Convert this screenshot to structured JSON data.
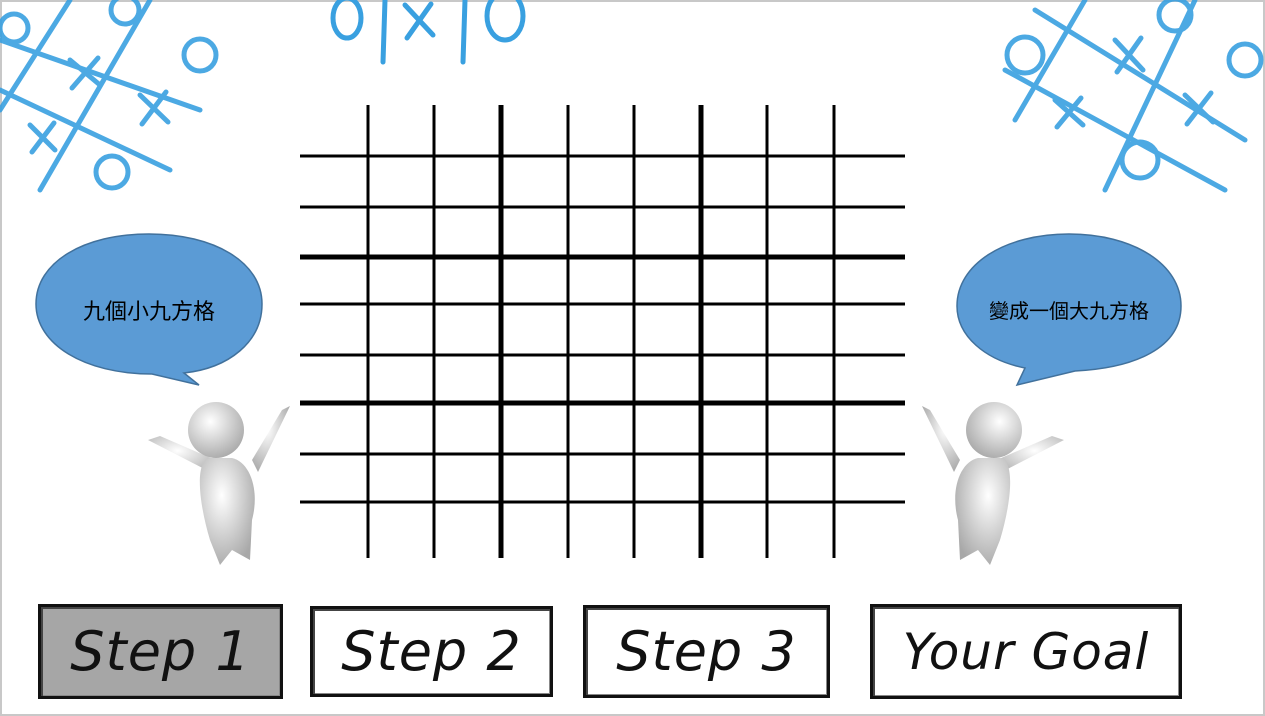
{
  "bubbles": {
    "left": "九個小九方格",
    "right": "變成一個大九方格"
  },
  "steps": [
    {
      "label": "Step 1",
      "active": true
    },
    {
      "label": "Step 2",
      "active": false
    },
    {
      "label": "Step 3",
      "active": false
    },
    {
      "label": "Your Goal",
      "active": false
    }
  ],
  "colors": {
    "bubble_fill": "#5b9bd5",
    "active_step": "#a6a6a6",
    "doodle_blue": "#39a0e0",
    "grid_line": "#000000"
  },
  "icons": {
    "decoration": "tic-tac-toe-doodle",
    "figure": "cheering-person-figure"
  }
}
